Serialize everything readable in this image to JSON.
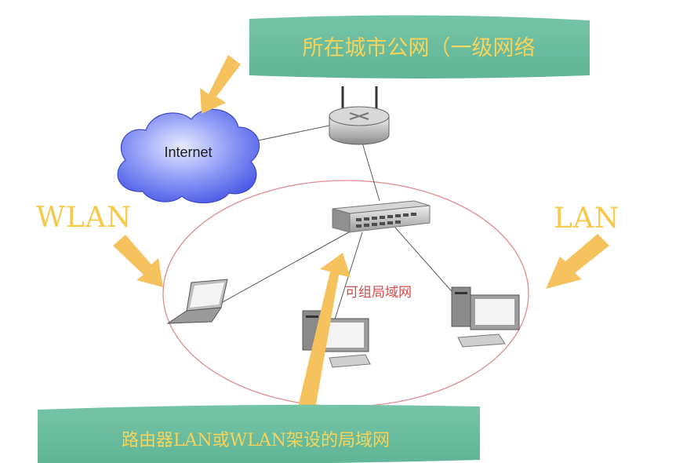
{
  "top_banner": {
    "text": "所在城市公网（一级网络"
  },
  "bottom_banner": {
    "text": "路由器LAN或WLAN架设的局域网"
  },
  "labels": {
    "wlan": "WLAN",
    "lan": "LAN"
  },
  "cloud": {
    "text": "Internet"
  },
  "lan_ellipse": {
    "text": "可组局域网"
  },
  "colors": {
    "banner_bg": "#6dbfa0",
    "banner_text": "#f6d35a",
    "arrow": "#f5c25e",
    "ellipse": "#e08c8c",
    "cloud": "#6d7df0"
  }
}
